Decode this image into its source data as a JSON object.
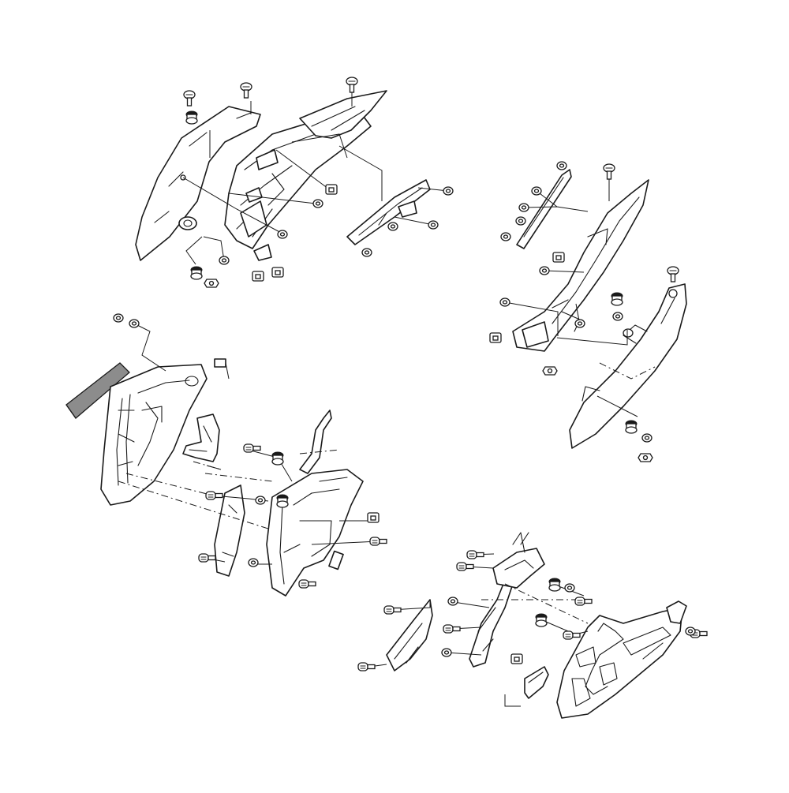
{
  "diagram": {
    "groups": [
      {
        "id": "upper-cowling-group"
      },
      {
        "id": "right-side-panel-group"
      },
      {
        "id": "headlight-left-group"
      },
      {
        "id": "headlight-right-group"
      }
    ],
    "colors": {
      "line": "#1a1a1a",
      "background": "#ffffff",
      "decal": "#8c8c8c"
    }
  }
}
